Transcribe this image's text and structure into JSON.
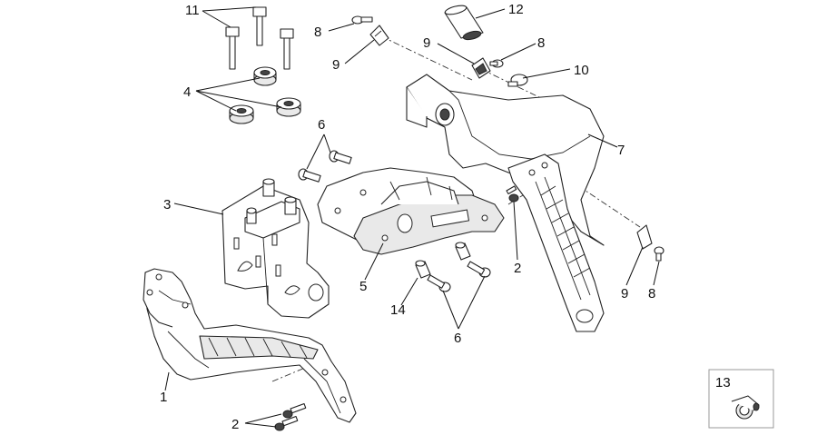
{
  "callouts": [
    {
      "id": "c11",
      "text": "11"
    },
    {
      "id": "c8a",
      "text": "8"
    },
    {
      "id": "c9a",
      "text": "9"
    },
    {
      "id": "c12",
      "text": "12"
    },
    {
      "id": "c9b",
      "text": "9"
    },
    {
      "id": "c8b",
      "text": "8"
    },
    {
      "id": "c10",
      "text": "10"
    },
    {
      "id": "c4",
      "text": "4"
    },
    {
      "id": "c6a",
      "text": "6"
    },
    {
      "id": "c7",
      "text": "7"
    },
    {
      "id": "c3",
      "text": "3"
    },
    {
      "id": "c2a",
      "text": "2"
    },
    {
      "id": "c5",
      "text": "5"
    },
    {
      "id": "c14",
      "text": "14"
    },
    {
      "id": "c6b",
      "text": "6"
    },
    {
      "id": "c9c",
      "text": "9"
    },
    {
      "id": "c8c",
      "text": "8"
    },
    {
      "id": "c1",
      "text": "1"
    },
    {
      "id": "c2b",
      "text": "2"
    },
    {
      "id": "c13",
      "text": "13"
    }
  ]
}
